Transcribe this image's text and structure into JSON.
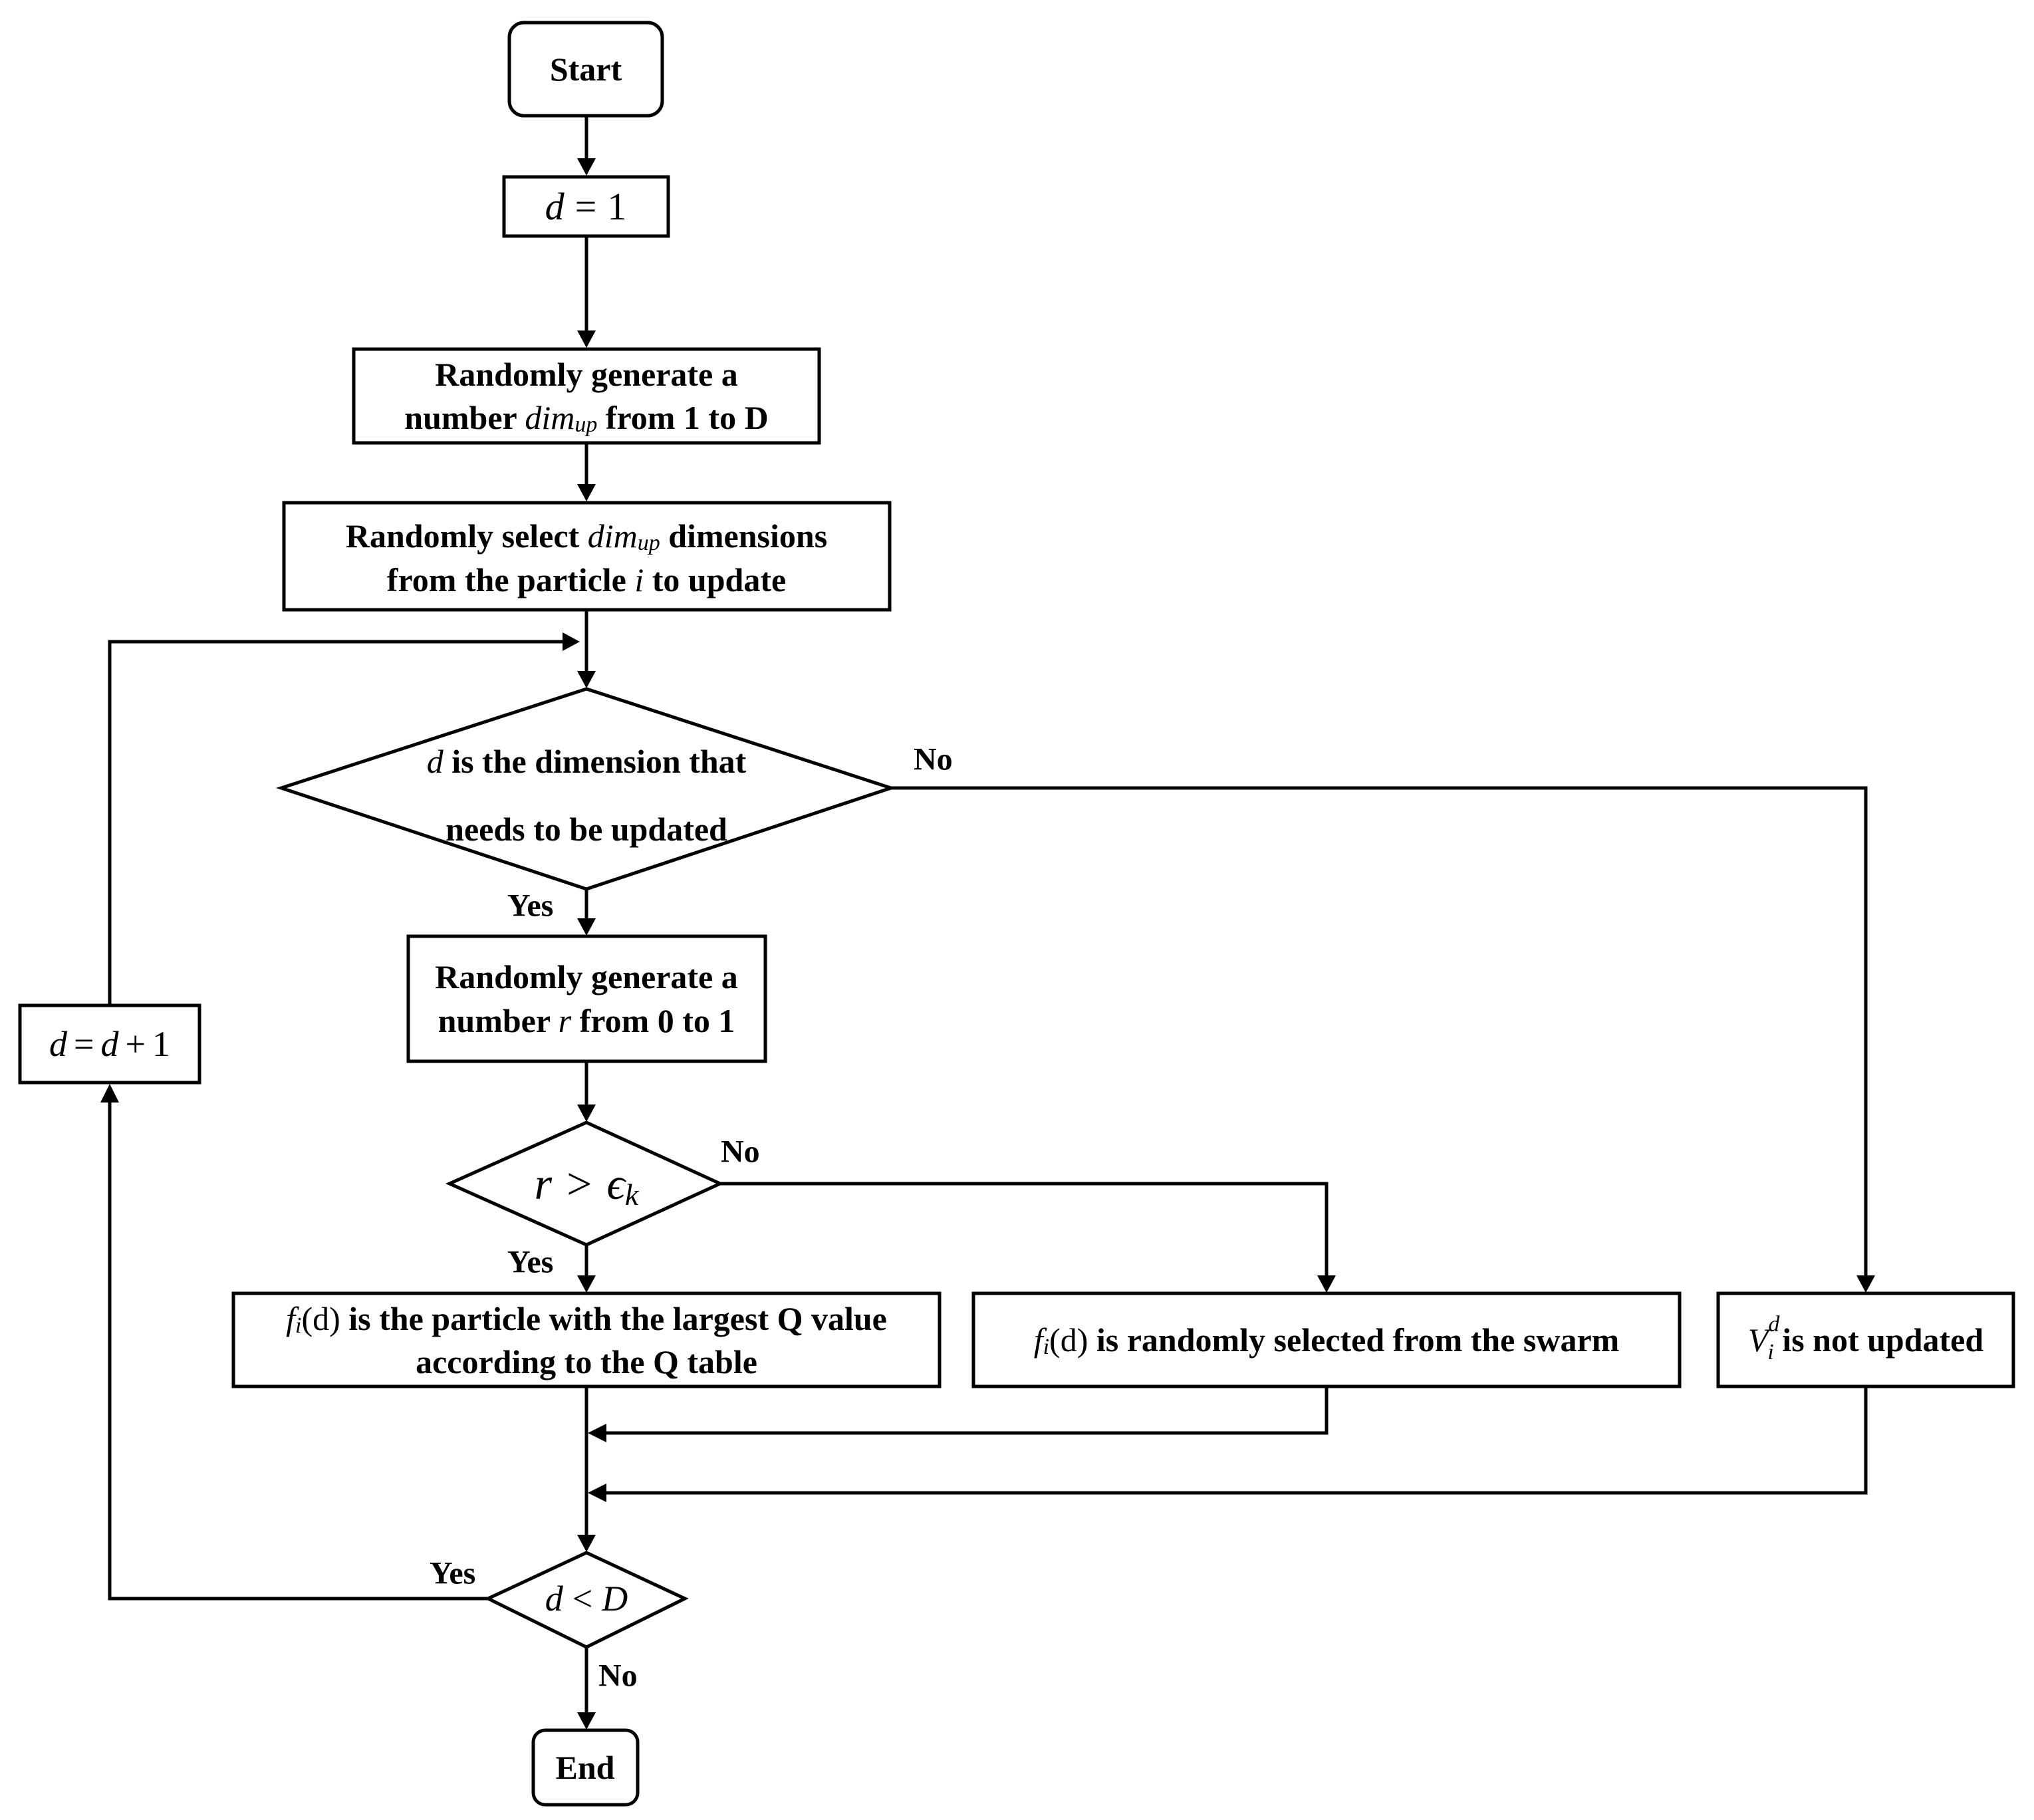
{
  "nodes": {
    "start": {
      "label": "Start"
    },
    "init_d": {
      "var": "d",
      "op": "=",
      "val": "1"
    },
    "gen_dim": {
      "line1": "Randomly generate a",
      "l2a": "number",
      "l2var": "dim",
      "l2sub": "up",
      "l2b": "from 1 to D"
    },
    "select_dim": {
      "l1a": "Randomly select",
      "l1var": "dim",
      "l1sub": "up",
      "l1b": "dimensions",
      "l2a": "from the particle",
      "l2var": "i",
      "l2b": "to update"
    },
    "dec_update": {
      "l1var": "d",
      "l1b": "is the dimension that",
      "line2": "needs to be updated"
    },
    "gen_r": {
      "line1": "Randomly generate a",
      "l2a": "number",
      "l2var": "r",
      "l2b": "from 0 to 1"
    },
    "dec_r": {
      "var": "r",
      "op": ">",
      "eps": "ϵ",
      "sub": "k"
    },
    "best_q": {
      "f": "f",
      "sub": "i",
      "arg": "(d)",
      "l1b": "is the particle with the largest Q value",
      "line2": "according to the Q table"
    },
    "random_sel": {
      "f": "f",
      "sub": "i",
      "arg": "(d)",
      "text": "is randomly selected from the swarm"
    },
    "not_updated": {
      "v": "V",
      "sub": "i",
      "sup": "d",
      "text": "is not updated"
    },
    "dec_d": {
      "var": "d",
      "op": "<",
      "var2": "D"
    },
    "incr_d": {
      "var": "d",
      "op": "=",
      "var2": "d",
      "plus": "+",
      "val": "1"
    },
    "end": {
      "label": "End"
    }
  },
  "edge_labels": {
    "update_no": "No",
    "update_yes": "Yes",
    "r_no": "No",
    "r_yes": "Yes",
    "d_yes": "Yes",
    "d_no": "No"
  }
}
